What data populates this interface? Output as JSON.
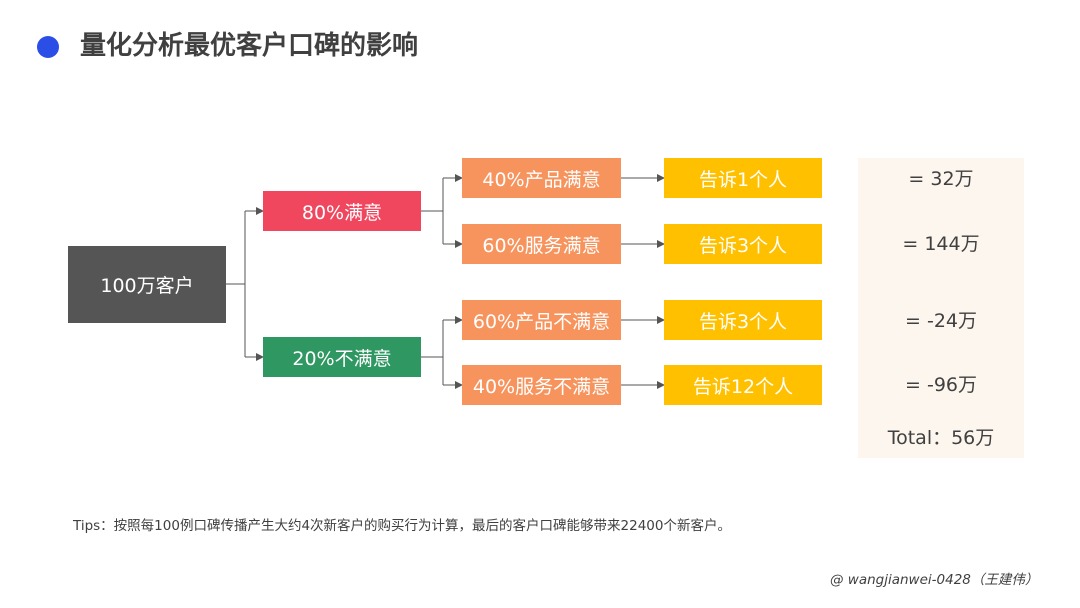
{
  "title": "量化分析最优客户口碑的影响",
  "root": "100万客户",
  "level1": {
    "satisfied": "80%满意",
    "unsatisfied": "20%不满意"
  },
  "level2": [
    "40%产品满意",
    "60%服务满意",
    "60%产品不满意",
    "40%服务不满意"
  ],
  "level3": [
    "告诉1个人",
    "告诉3个人",
    "告诉3个人",
    "告诉12个人"
  ],
  "results": [
    "= 32万",
    "= 144万",
    "= -24万",
    "= -96万"
  ],
  "total": "Total：56万",
  "tips": "Tips：按照每100例口碑传播产生大约4次新客户的购买行为计算，最后的客户口碑能够带来22400个新客户。",
  "credit": "@ wangjianwei-0428（王建伟）",
  "colors": {
    "accent": "#2b4ee6",
    "root": "#555555",
    "satisfied": "#f0475f",
    "unsatisfied": "#2f9762",
    "level2": "#f7945e",
    "level3": "#ffc000"
  }
}
